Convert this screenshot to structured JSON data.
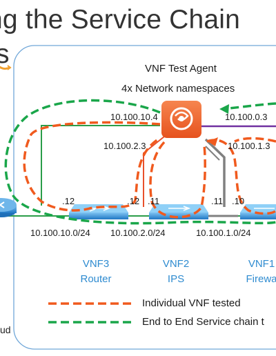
{
  "title": {
    "line1": "ng the Service Chain",
    "line2": "s"
  },
  "agent": {
    "name": "VNF Test Agent",
    "subtitle": "4x Network namespaces"
  },
  "ips": {
    "agent_left_top": "10.100.10.4",
    "agent_left_bottom": "10.100.2.3",
    "agent_right_top": "10.100.0.3",
    "agent_right_bottom": "10.100.1.3"
  },
  "ports": {
    "router_left": ".12",
    "router_right": ".12",
    "ips_left": ".11",
    "ips_right": ".11",
    "firewall_left": ".10"
  },
  "subnets": {
    "s1": "10.100.10.0/24",
    "s2": "10.100.2.0/24",
    "s3": "10.100.1.0/24"
  },
  "vnfs": [
    {
      "id": "VNF3",
      "role": "Router"
    },
    {
      "id": "VNF2",
      "role": "IPS"
    },
    {
      "id": "VNF1",
      "role": "Firewa"
    }
  ],
  "legend": {
    "individual": "Individual VNF tested",
    "end_to_end": "End to End Service chain t"
  },
  "cloud_fragment": "ud",
  "colors": {
    "orange_dash": "#f05a1e",
    "green_dash": "#1aa64a",
    "link_green": "#2a9d48",
    "link_gray": "#808080",
    "link_purple": "#7030a0",
    "link_orange": "#e8502b",
    "device_blue": "#2f8fd8",
    "agent_orange": "#f26a3a",
    "amazon_orange": "#f0a030"
  }
}
